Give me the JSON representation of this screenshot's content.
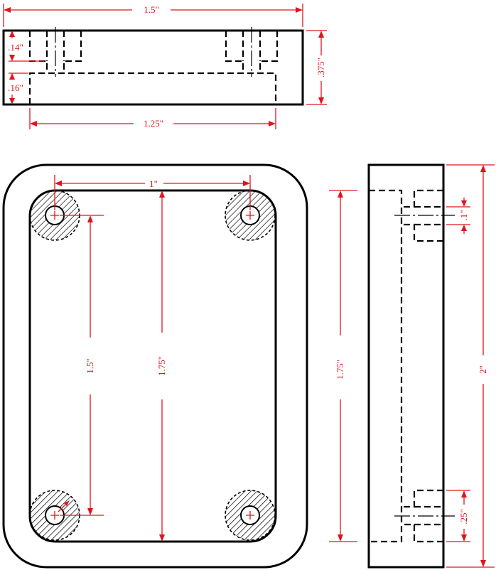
{
  "top_view": {
    "overall_width": "1.5\"",
    "height": ".375\"",
    "counterbore_depth": ".14\"",
    "base_thickness": ".16\"",
    "pocket_width": "1.25\""
  },
  "front_view": {
    "hole_spacing_x": "1\"",
    "hole_spacing_y": "1.5\"",
    "pocket_length": "1.75\""
  },
  "right_view": {
    "pocket_length": "1.75\"",
    "overall_length": "2\"",
    "hole_diameter": ".1\"",
    "counterbore_diameter": ".25\""
  },
  "colors": {
    "dimension": "#e0141c",
    "outline": "#000000"
  }
}
